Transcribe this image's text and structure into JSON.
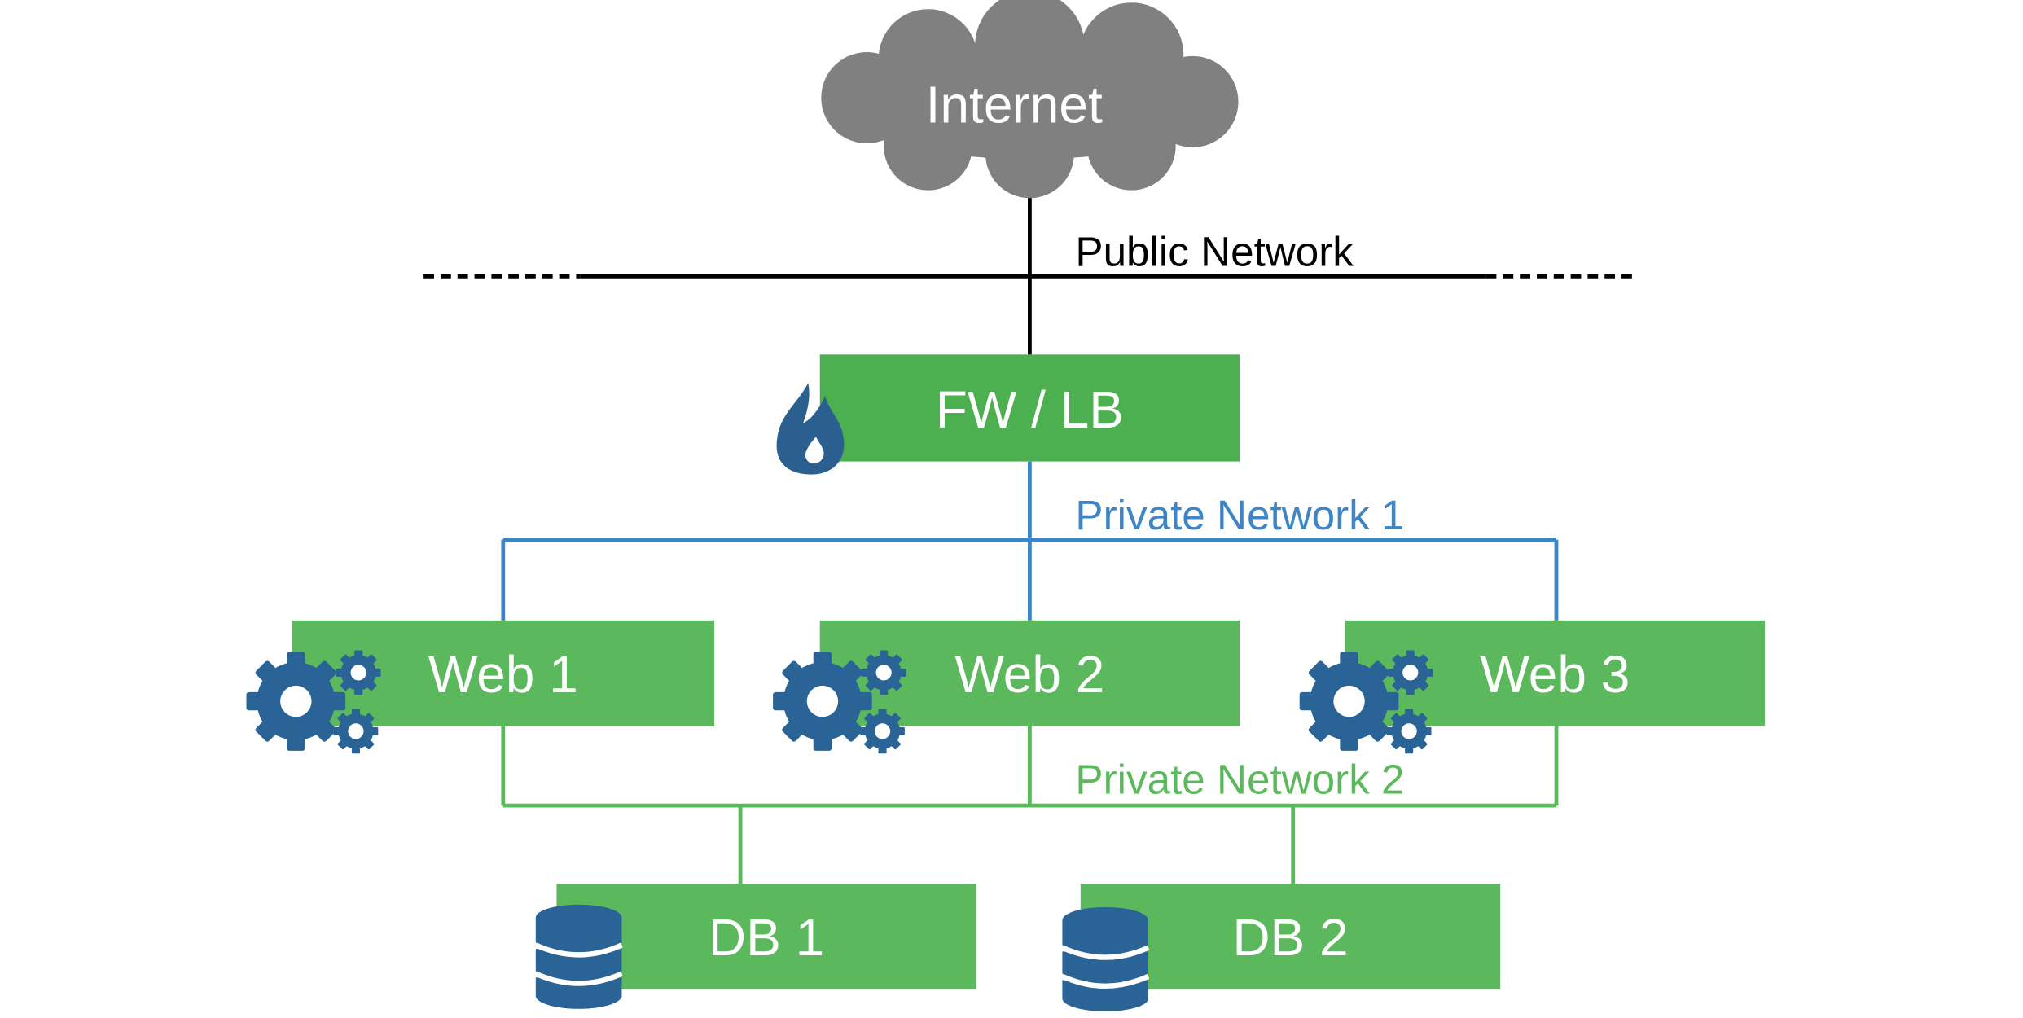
{
  "internet": {
    "label": "Internet"
  },
  "networks": {
    "public": {
      "label": "Public Network",
      "color": "#000000"
    },
    "private1": {
      "label": "Private Network 1",
      "color": "#3d85c6"
    },
    "private2": {
      "label": "Private Network 2",
      "color": "#5cb85c"
    }
  },
  "nodes": {
    "fwlb": {
      "label": "FW / LB",
      "icon": "firewall-flame-icon"
    },
    "web": [
      {
        "label": "Web 1",
        "icon": "gears-icon"
      },
      {
        "label": "Web 2",
        "icon": "gears-icon"
      },
      {
        "label": "Web 3",
        "icon": "gears-icon"
      }
    ],
    "db": [
      {
        "label": "DB 1",
        "icon": "database-icon"
      },
      {
        "label": "DB 2",
        "icon": "database-icon"
      }
    ]
  },
  "colors": {
    "node_fill": "#4caf50",
    "icon_blue": "#2a6496",
    "cloud": "#808080",
    "node_text": "#ffffff"
  }
}
